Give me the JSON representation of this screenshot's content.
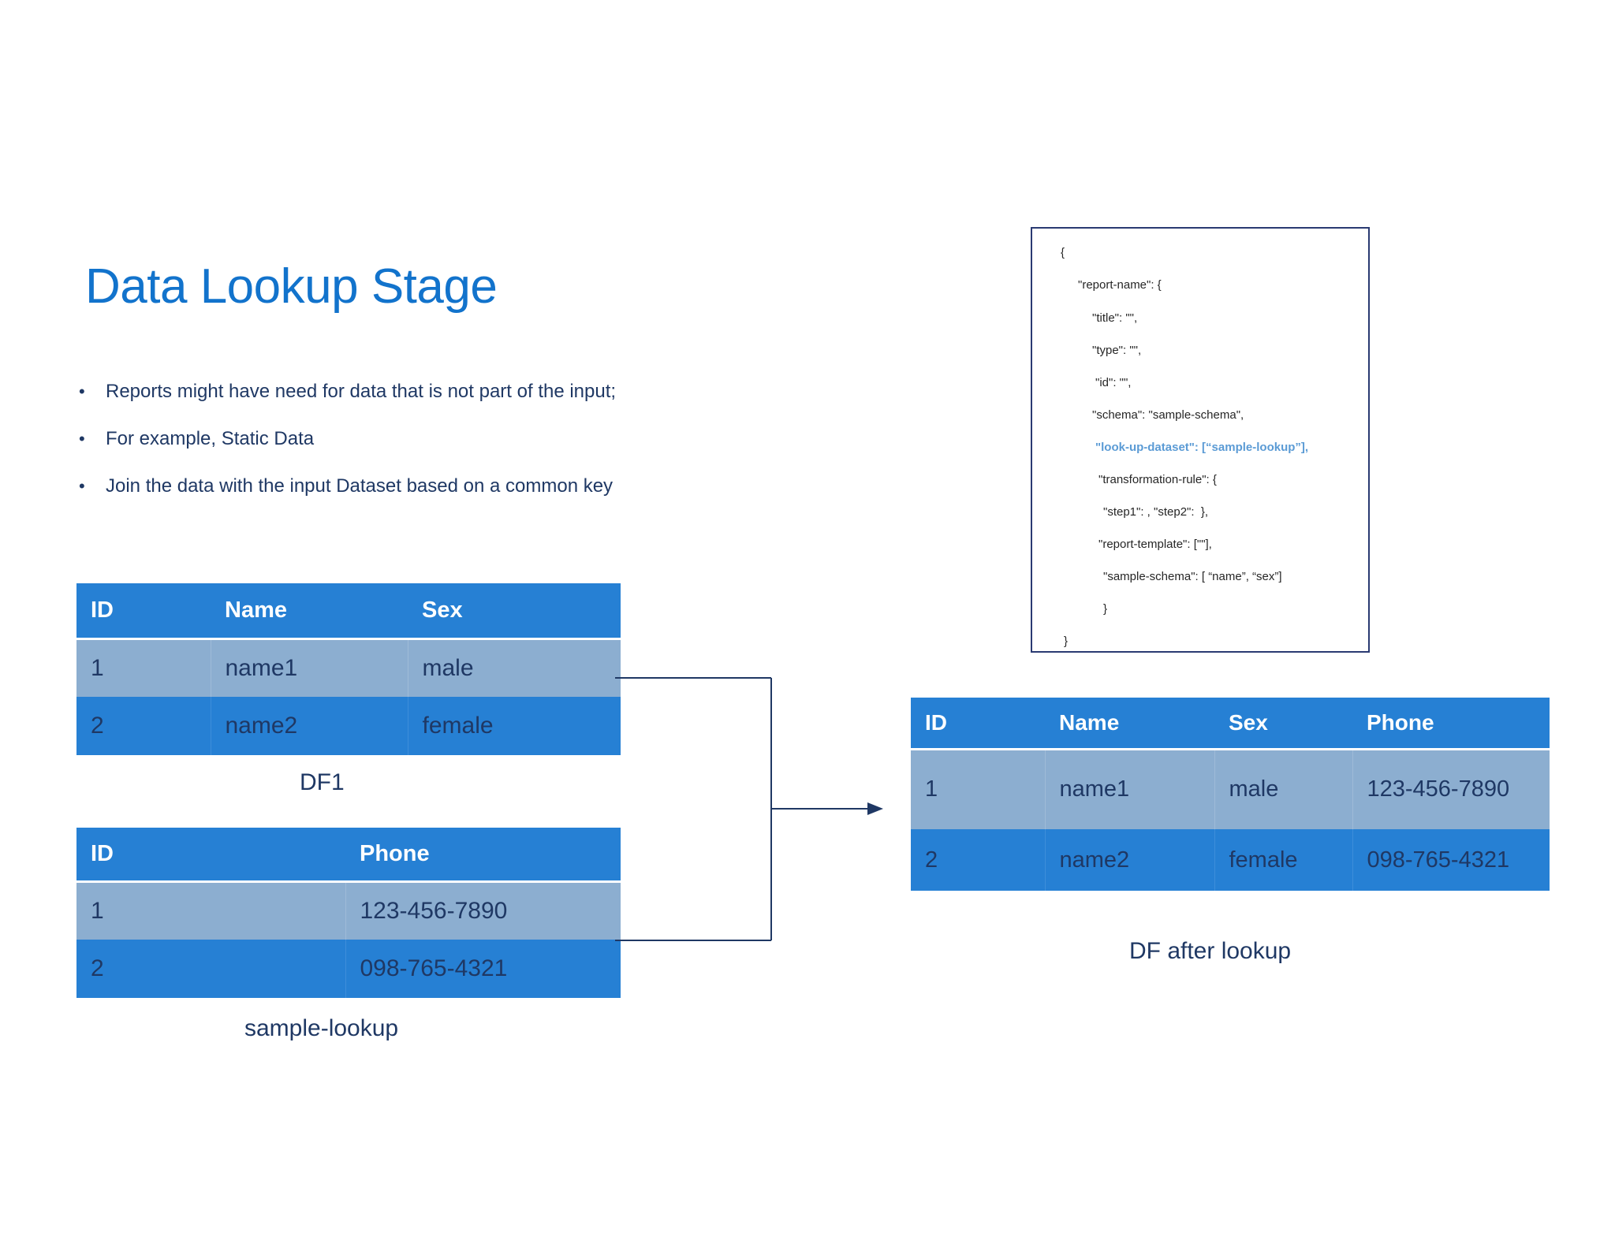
{
  "slide": {
    "title": "Data Lookup Stage",
    "bullet_marker": "•",
    "bullets": [
      "Reports might have need for data that is not part of the input;",
      "For example, Static Data",
      "Join the data with the input Dataset based on a common key"
    ]
  },
  "colors": {
    "title": "#1273CC",
    "body_text": "#1F3864",
    "table_header": "#2680D4",
    "table_row_alt": "#8CAED0",
    "table_row": "#2680D4",
    "json_border": "#2A3A72",
    "json_highlight": "#5B9BD5",
    "connector": "#1F3864"
  },
  "json_panel": {
    "lines": [
      {
        "text": "{",
        "highlight": false
      },
      {
        "text": "\"report-name\": {",
        "highlight": false
      },
      {
        "text": "\"title\": \"\",",
        "highlight": false
      },
      {
        "text": "\"type\": \"\",",
        "highlight": false
      },
      {
        "text": "\"id\": \"\",",
        "highlight": false
      },
      {
        "text": "\"schema\": \"sample-schema\",",
        "highlight": false
      },
      {
        "text": "\"look-up-dataset\": [“sample-lookup”],",
        "highlight": true
      },
      {
        "text": "\"transformation-rule\": {",
        "highlight": false
      },
      {
        "text": "\"step1\": , \"step2\":  },",
        "highlight": false
      },
      {
        "text": "\"report-template\": [\"\"],",
        "highlight": false
      },
      {
        "text": "\"sample-schema\": [ “name”, “sex”]",
        "highlight": false
      },
      {
        "text": "}",
        "highlight": false
      },
      {
        "text": "}",
        "highlight": false
      }
    ]
  },
  "tables": {
    "df1": {
      "caption": "DF1",
      "columns": [
        "ID",
        "Name",
        "Sex"
      ],
      "rows": [
        [
          "1",
          "name1",
          "male"
        ],
        [
          "2",
          "name2",
          "female"
        ]
      ]
    },
    "lookup": {
      "caption": "sample-lookup",
      "columns": [
        "ID",
        "Phone"
      ],
      "rows": [
        [
          "1",
          "123-456-7890"
        ],
        [
          "2",
          "098-765-4321"
        ]
      ]
    },
    "result": {
      "caption": "DF after lookup",
      "columns": [
        "ID",
        "Name",
        "Sex",
        "Phone"
      ],
      "rows": [
        [
          "1",
          "name1",
          "male",
          "123-456-7890"
        ],
        [
          "2",
          "name2",
          "female",
          "098-765-4321"
        ]
      ]
    }
  },
  "connector": {
    "name": "join-arrow"
  }
}
